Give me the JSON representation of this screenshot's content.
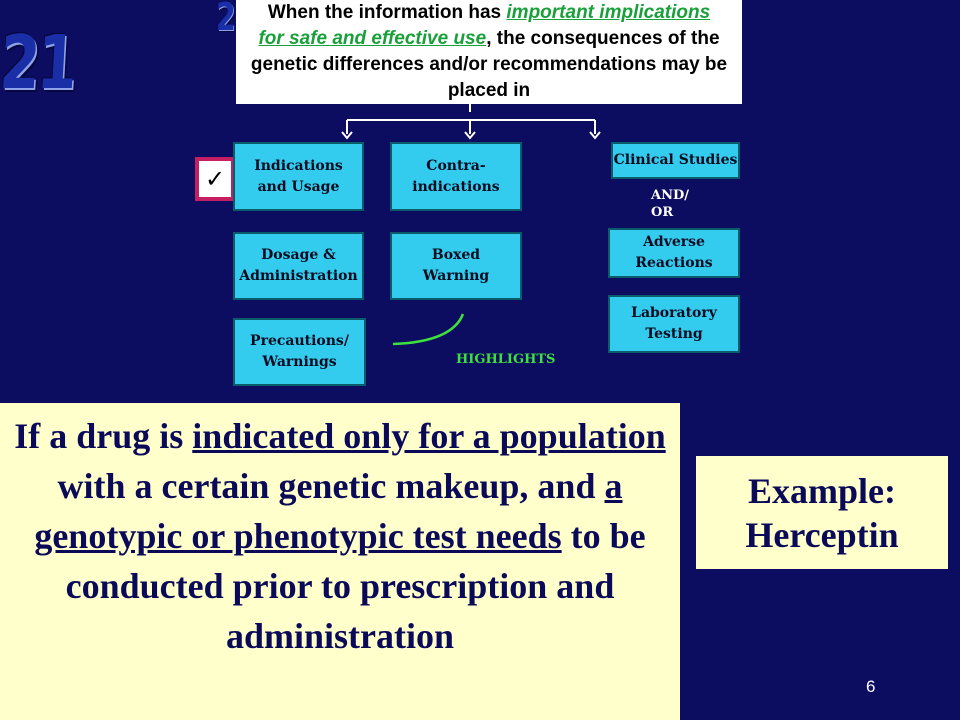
{
  "slide": {
    "number_art": "21",
    "step_number_art": "2",
    "page_number": "6"
  },
  "heading": {
    "pre": "When the information has ",
    "emphasis_1": "important implications",
    "emphasis_2": "for safe and effective use",
    "post": ", the consequences of the genetic differences and/or recommendations may be placed in"
  },
  "sections": {
    "indications": "Indications\nand Usage",
    "contraindications": "Contra-\nindications",
    "dosage": "Dosage &\nAdministration",
    "boxed_warning": "Boxed\nWarning",
    "precautions": "Precautions/\nWarnings",
    "clinical_studies": "Clinical Studies",
    "adverse_reactions": "Adverse\nReactions",
    "laboratory_testing": "Laboratory\nTesting"
  },
  "check_mark": "✓",
  "and_or": "AND/\nOR",
  "highlights_label": "HIGHLIGHTS",
  "panel": {
    "t1": "If a drug is ",
    "u1": "indicated only for a population",
    "t2": " with a certain genetic makeup, and ",
    "u2": "a genotypic or phenotypic test needs",
    "t3": " to be conducted prior to prescription and administration"
  },
  "example": "Example:\nHerceptin",
  "colors": {
    "background": "#0c0c60",
    "box_fill": "#33ccee",
    "panel_fill": "#ffffcc",
    "emphasis_green": "#1aa03a",
    "highlight_green": "#3de03d",
    "check_border": "#c51e62"
  }
}
